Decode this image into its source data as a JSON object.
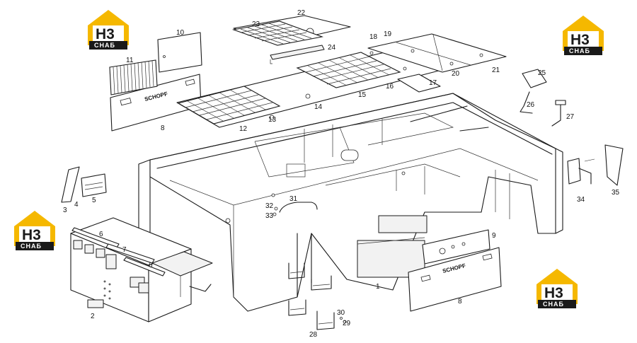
{
  "logo": {
    "mark": "H3",
    "word": "СНАБ"
  },
  "brand_plate": "SCHOPF",
  "callouts": [
    "1",
    "2",
    "3",
    "4",
    "5",
    "6",
    "6",
    "7",
    "8",
    "8",
    "9",
    "10",
    "11",
    "12",
    "13",
    "14",
    "15",
    "16",
    "17",
    "18",
    "19",
    "20",
    "21",
    "22",
    "23",
    "24",
    "25",
    "26",
    "27",
    "28",
    "29",
    "30",
    "31",
    "32",
    "33",
    "34",
    "35"
  ]
}
